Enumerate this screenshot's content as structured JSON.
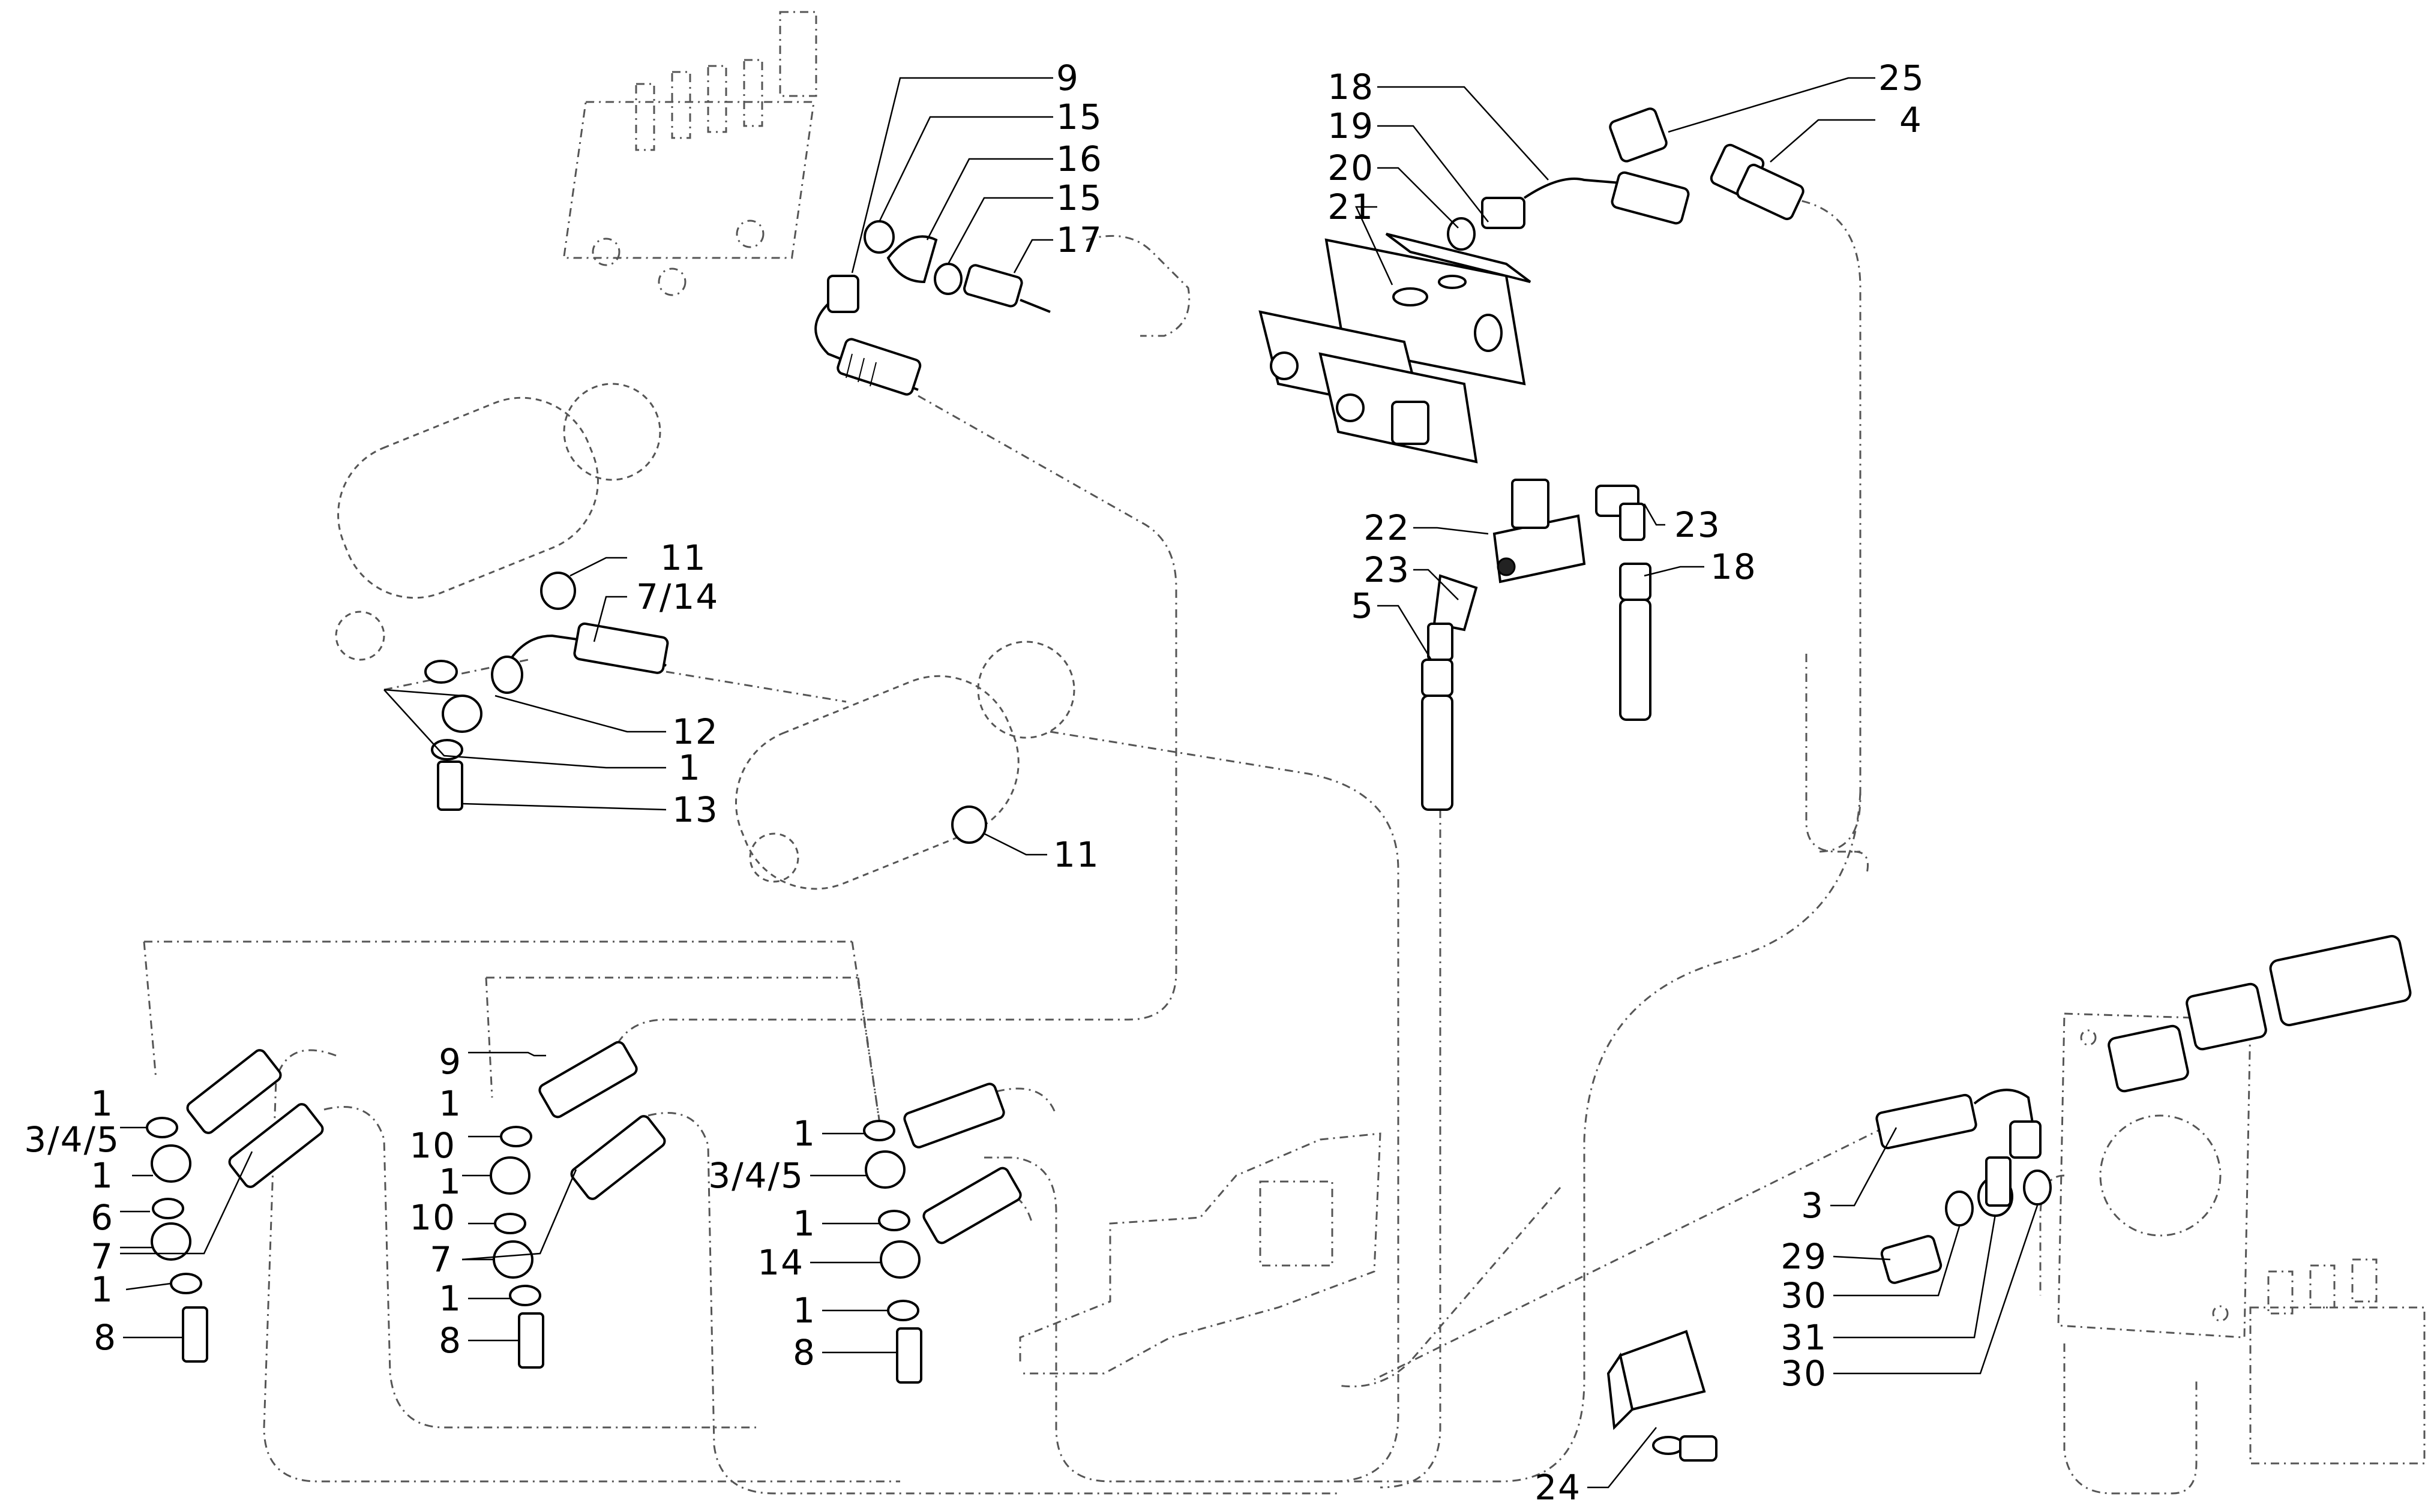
{
  "callouts": [
    {
      "id": "c-9-top",
      "label": "9"
    },
    {
      "id": "c-15-a",
      "label": "15"
    },
    {
      "id": "c-16",
      "label": "16"
    },
    {
      "id": "c-15-b",
      "label": "15"
    },
    {
      "id": "c-17",
      "label": "17"
    },
    {
      "id": "c-18-top",
      "label": "18"
    },
    {
      "id": "c-19",
      "label": "19"
    },
    {
      "id": "c-20",
      "label": "20"
    },
    {
      "id": "c-21",
      "label": "21"
    },
    {
      "id": "c-25",
      "label": "25"
    },
    {
      "id": "c-4",
      "label": "4"
    },
    {
      "id": "c-22",
      "label": "22"
    },
    {
      "id": "c-23-left",
      "label": "23"
    },
    {
      "id": "c-5",
      "label": "5"
    },
    {
      "id": "c-23-right",
      "label": "23"
    },
    {
      "id": "c-18-right",
      "label": "18"
    },
    {
      "id": "c-11-upper",
      "label": "11"
    },
    {
      "id": "c-7-14",
      "label": "7/14"
    },
    {
      "id": "c-12",
      "label": "12"
    },
    {
      "id": "c-1-mid",
      "label": "1"
    },
    {
      "id": "c-13",
      "label": "13"
    },
    {
      "id": "c-11-lower",
      "label": "11"
    },
    {
      "id": "c-1-l1",
      "label": "1"
    },
    {
      "id": "c-345-left",
      "label": "3/4/5"
    },
    {
      "id": "c-1-l2",
      "label": "1"
    },
    {
      "id": "c-6",
      "label": "6"
    },
    {
      "id": "c-7-left",
      "label": "7"
    },
    {
      "id": "c-1-l3",
      "label": "1"
    },
    {
      "id": "c-8-left",
      "label": "8"
    },
    {
      "id": "c-9-mid",
      "label": "9"
    },
    {
      "id": "c-1-m1",
      "label": "1"
    },
    {
      "id": "c-10-a",
      "label": "10"
    },
    {
      "id": "c-1-m2",
      "label": "1"
    },
    {
      "id": "c-10-b",
      "label": "10"
    },
    {
      "id": "c-7-mid",
      "label": "7"
    },
    {
      "id": "c-1-m3",
      "label": "1"
    },
    {
      "id": "c-8-mid",
      "label": "8"
    },
    {
      "id": "c-1-r1",
      "label": "1"
    },
    {
      "id": "c-345-right",
      "label": "3/4/5"
    },
    {
      "id": "c-1-r2",
      "label": "1"
    },
    {
      "id": "c-14",
      "label": "14"
    },
    {
      "id": "c-1-r3",
      "label": "1"
    },
    {
      "id": "c-8-right",
      "label": "8"
    },
    {
      "id": "c-24",
      "label": "24"
    },
    {
      "id": "c-3",
      "label": "3"
    },
    {
      "id": "c-29",
      "label": "29"
    },
    {
      "id": "c-30-a",
      "label": "30"
    },
    {
      "id": "c-31",
      "label": "31"
    },
    {
      "id": "c-30-b",
      "label": "30"
    }
  ]
}
